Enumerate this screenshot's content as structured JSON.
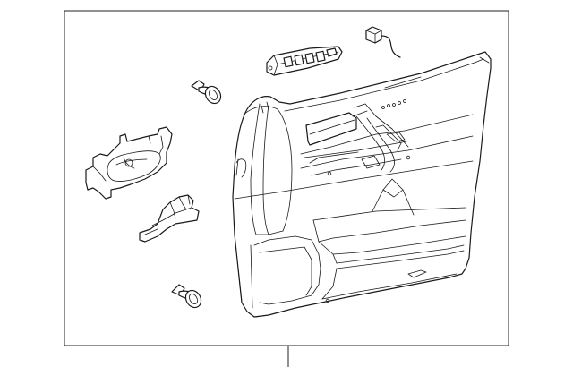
{
  "diagram": {
    "colors": {
      "line": "#1a1a1a",
      "frame": "#222222",
      "background": "#ffffff"
    },
    "parts": [
      {
        "name": "switch-connector",
        "icon": "connector-icon"
      },
      {
        "name": "power-window-switch",
        "icon": "switch-icon"
      },
      {
        "name": "upper-clip",
        "icon": "clip-icon"
      },
      {
        "name": "inside-handle-bezel",
        "icon": "bezel-icon"
      },
      {
        "name": "inside-handle",
        "icon": "handle-icon"
      },
      {
        "name": "lower-clip",
        "icon": "clip-icon"
      },
      {
        "name": "door-trim-panel",
        "icon": "door-panel-icon"
      }
    ]
  }
}
